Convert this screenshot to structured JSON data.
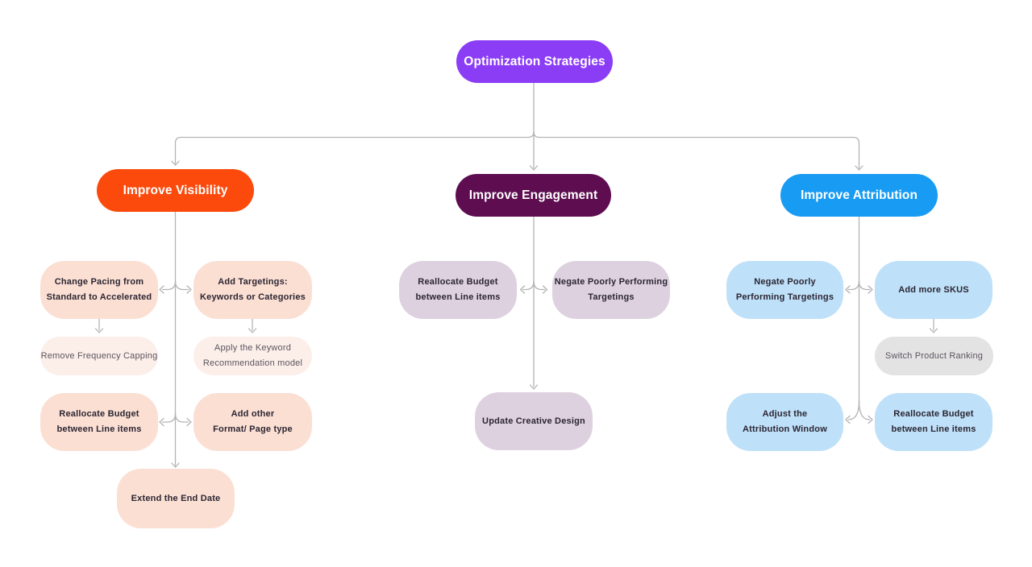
{
  "diagram": {
    "root": {
      "label": "Optimization Strategies",
      "color": "#8B3DF6"
    },
    "branches": [
      {
        "label": "Improve Visibility",
        "color": "#FB4A0C",
        "children": [
          {
            "label": "Change Pacing from\nStandard to Accelerated",
            "style": "primary"
          },
          {
            "label": "Add Targetings:\nKeywords or Categories",
            "style": "primary"
          },
          {
            "label": "Remove Frequency Capping",
            "style": "secondary"
          },
          {
            "label": "Apply the Keyword\nRecommendation model",
            "style": "secondary"
          },
          {
            "label": "Reallocate Budget\nbetween Line items",
            "style": "primary"
          },
          {
            "label": "Add other\nFormat/ Page type",
            "style": "primary"
          },
          {
            "label": "Extend the End Date",
            "style": "primary"
          }
        ]
      },
      {
        "label": "Improve Engagement",
        "color": "#5D0D50",
        "children": [
          {
            "label": "Reallocate Budget\nbetween Line items",
            "style": "primary"
          },
          {
            "label": "Negate Poorly Performing\nTargetings",
            "style": "primary"
          },
          {
            "label": "Update Creative Design",
            "style": "primary"
          }
        ]
      },
      {
        "label": "Improve Attribution",
        "color": "#189BF2",
        "children": [
          {
            "label": "Negate Poorly\nPerforming Targetings",
            "style": "primary"
          },
          {
            "label": "Add more SKUS",
            "style": "primary"
          },
          {
            "label": "Switch Product Ranking",
            "style": "neutral"
          },
          {
            "label": "Adjust the\nAttribution Window",
            "style": "primary"
          },
          {
            "label": "Reallocate Budget\nbetween Line items",
            "style": "primary"
          }
        ]
      }
    ],
    "palette": {
      "background": "#FFFFFF",
      "connector": "#B3B3B3",
      "visibility_fill": "#FBDFD3",
      "visibility_fill_light": "#FCEFEA",
      "engagement_fill": "#DDD1DF",
      "attribution_fill": "#BEE0F8",
      "neutral_fill": "#E4E3E4",
      "text_dark": "#2B2532",
      "text_muted": "#5B555F"
    }
  }
}
